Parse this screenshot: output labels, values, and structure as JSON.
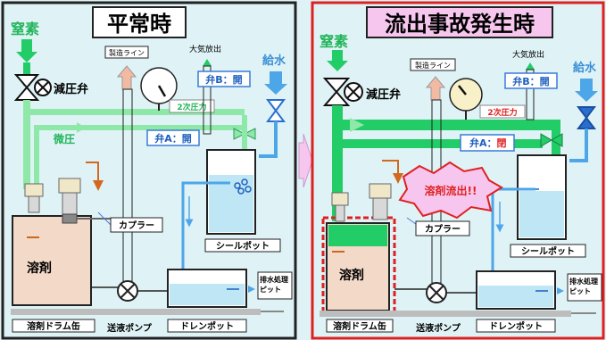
{
  "left_panel": {
    "title": "平常時",
    "nitrogen": "窒素",
    "pressure_valve": "減圧弁",
    "production_line": "製造ライン",
    "atmosphere": "大気放出",
    "water_supply": "給水",
    "valve_b": "弁B：開",
    "secondary_pressure": "2次圧力",
    "valve_a": "弁A：開",
    "low_pressure": "微圧",
    "coupler": "カプラー",
    "seal_pot": "シールポット",
    "solvent": "溶剤",
    "drain_pit": "排水処理ピット",
    "drum": "溶剤ドラム缶",
    "pump": "送液ポンプ",
    "drain_pot": "ドレンポット"
  },
  "right_panel": {
    "title": "流出事故発生時",
    "nitrogen": "窒素",
    "pressure_valve": "減圧弁",
    "production_line": "製造ライン",
    "atmosphere": "大気放出",
    "water_supply": "給水",
    "valve_b": "弁B：開",
    "secondary_pressure": "2次圧力",
    "valve_a_label": "弁A：",
    "valve_a_state": "閉",
    "leak_alert": "溶剤流出!!",
    "coupler": "カプラー",
    "seal_pot": "シールポット",
    "solvent": "溶剤",
    "drain_pit": "排水処理ピット",
    "drum": "溶剤ドラム缶",
    "pump": "送液ポンプ",
    "drain_pot": "ドレンポット"
  },
  "colors": {
    "nitrogen_green": "#22cc66",
    "light_green": "#8ee8a8",
    "water_blue": "#4da6e8",
    "alert_red": "#e02020",
    "title_pink": "#f6c6ee",
    "solvent_fill": "#f3d9c8"
  }
}
